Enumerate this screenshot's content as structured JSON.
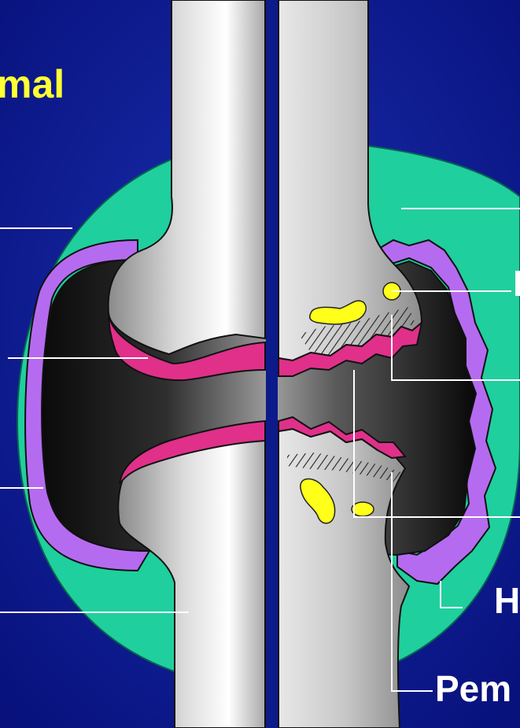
{
  "slide": {
    "title": "mal",
    "labels": {
      "bone_spot": "E",
      "hypertrophy": "H",
      "pannus": "Pem"
    }
  },
  "colors": {
    "background": "#0c1a8a",
    "title": "#ffff33",
    "label_text": "#ffffff",
    "leader_lines": "#ffffff",
    "joint_capsule": "#1fcf9e",
    "synovial_membrane": "#b56bf0",
    "joint_space": "#111111",
    "cartilage": "#e0308a",
    "bone": "#b0b0b0",
    "erosions": "#ffff1a",
    "divider": "#0c1a8a"
  }
}
